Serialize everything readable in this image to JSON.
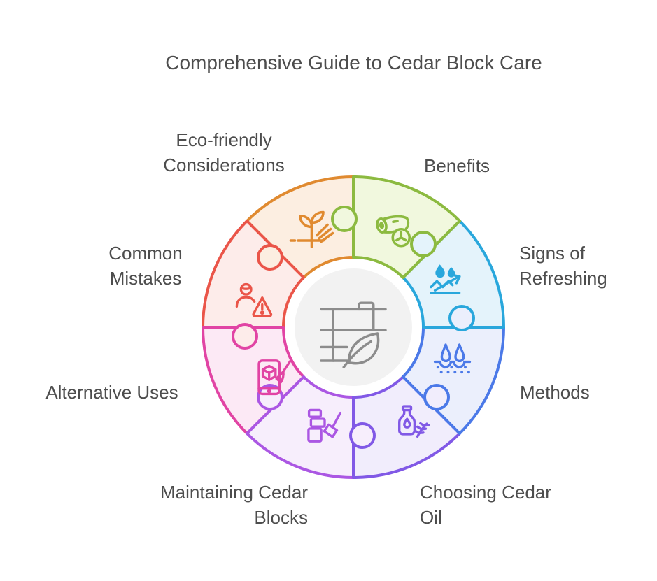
{
  "page": {
    "title": "Comprehensive Guide to Cedar Block Care",
    "text_color": "#4d4d4d",
    "background": "#ffffff"
  },
  "center": {
    "name": "cedar-closet-with-leaf",
    "bg": "#f2f2f2",
    "icon_color": "#8c8c8c"
  },
  "segments": [
    {
      "label": "Benefits",
      "color": "#8CBA40",
      "fill": "#F1F8DE",
      "icon": "cedar-log-icon"
    },
    {
      "label": "Signs of\nRefreshing",
      "color": "#29A7DC",
      "fill": "#E4F3FB",
      "icon": "water-repel-icon"
    },
    {
      "label": "Methods",
      "color": "#4B79E8",
      "fill": "#EBEFFC",
      "icon": "drops-on-surface-icon"
    },
    {
      "label": "Choosing Cedar\nOil",
      "color": "#8159E6",
      "fill": "#F1EDFC",
      "icon": "oil-bottle-sprig-icon"
    },
    {
      "label": "Maintaining Cedar\nBlocks",
      "color": "#AB57E3",
      "fill": "#F7EEFC",
      "icon": "blocks-brush-icon"
    },
    {
      "label": "Alternative Uses",
      "color": "#E144A4",
      "fill": "#FCE9F5",
      "icon": "phone-cube-paintbrush-icon"
    },
    {
      "label": "Common\nMistakes",
      "color": "#EA5549",
      "fill": "#FDECEA",
      "icon": "person-warning-icon"
    },
    {
      "label": "Eco-friendly\nConsiderations",
      "color": "#E08A30",
      "fill": "#FCEEE1",
      "icon": "sprout-hand-icon"
    }
  ],
  "connectors": [
    {
      "stroke": "#8CBA40",
      "fill": "#F1F8DE"
    },
    {
      "stroke": "#8CBA40",
      "fill": "#E4F3FB"
    },
    {
      "stroke": "#29A7DC",
      "fill": "#EBEFFC"
    },
    {
      "stroke": "#4B79E8",
      "fill": "#F1EDFC"
    },
    {
      "stroke": "#8159E6",
      "fill": "#F7EEFC"
    },
    {
      "stroke": "#AB57E3",
      "fill": "#F7EEFC"
    },
    {
      "stroke": "#E144A4",
      "fill": "#FDECEA"
    },
    {
      "stroke": "#EA5549",
      "fill": "#FCEEE1"
    }
  ]
}
